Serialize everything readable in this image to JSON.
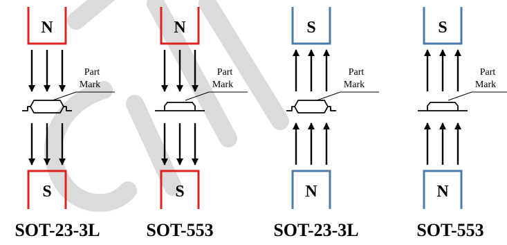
{
  "colors": {
    "red_magnet": "#e02020",
    "blue_magnet": "#4a7aa8",
    "watermark": "#cfcfcf",
    "ink": "#000000"
  },
  "panels": [
    {
      "top_pole": "N",
      "bottom_pole": "S",
      "magnet_color": "red",
      "field_direction": "down",
      "mark_label_line1": "Part",
      "mark_label_line2": "Mark",
      "package_type": "sot-23",
      "package_label": "SOT-23-3L"
    },
    {
      "top_pole": "N",
      "bottom_pole": "S",
      "magnet_color": "red",
      "field_direction": "down",
      "mark_label_line1": "Part",
      "mark_label_line2": "Mark",
      "package_type": "sot-553",
      "package_label": "SOT-553"
    },
    {
      "top_pole": "S",
      "bottom_pole": "N",
      "magnet_color": "blue",
      "field_direction": "up",
      "mark_label_line1": "Part",
      "mark_label_line2": "Mark",
      "package_type": "sot-23",
      "package_label": "SOT-23-3L"
    },
    {
      "top_pole": "S",
      "bottom_pole": "N",
      "magnet_color": "blue",
      "field_direction": "up",
      "mark_label_line1": "Part",
      "mark_label_line2": "Mark",
      "package_type": "sot-553",
      "package_label": "SOT-553"
    }
  ]
}
